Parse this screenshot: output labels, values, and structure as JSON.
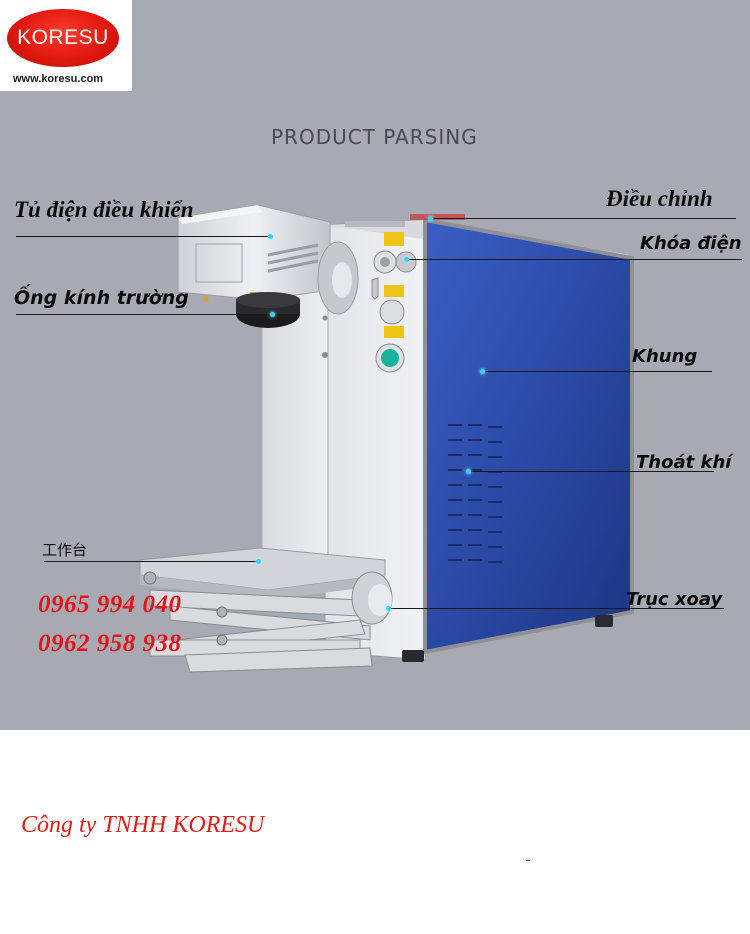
{
  "logo": {
    "name": "KORESU",
    "url": "www.koresu.com"
  },
  "heading": "PRODUCT PARSING",
  "labels": {
    "control_box": "Tủ điện điều khiển",
    "field_lens": "Ống kính trường",
    "adjust": "Điều chỉnh",
    "power_lock": "Khóa điện",
    "frame": "Khung",
    "exhaust": "Thoát khí",
    "rotary_axis": "Trục xoay",
    "worktable": "工作台"
  },
  "phones": [
    "0965 994 040",
    "0962 958 938"
  ],
  "company": "Công ty TNHH KORESU",
  "colors": {
    "background": "#a7aab2",
    "cabinet_blue": "#2b4aa6",
    "accent_red": "#e4141b",
    "marker_cyan": "#2fd6ff"
  },
  "icons": [
    "key-lock-icon",
    "green-button-icon",
    "knob-icon"
  ]
}
